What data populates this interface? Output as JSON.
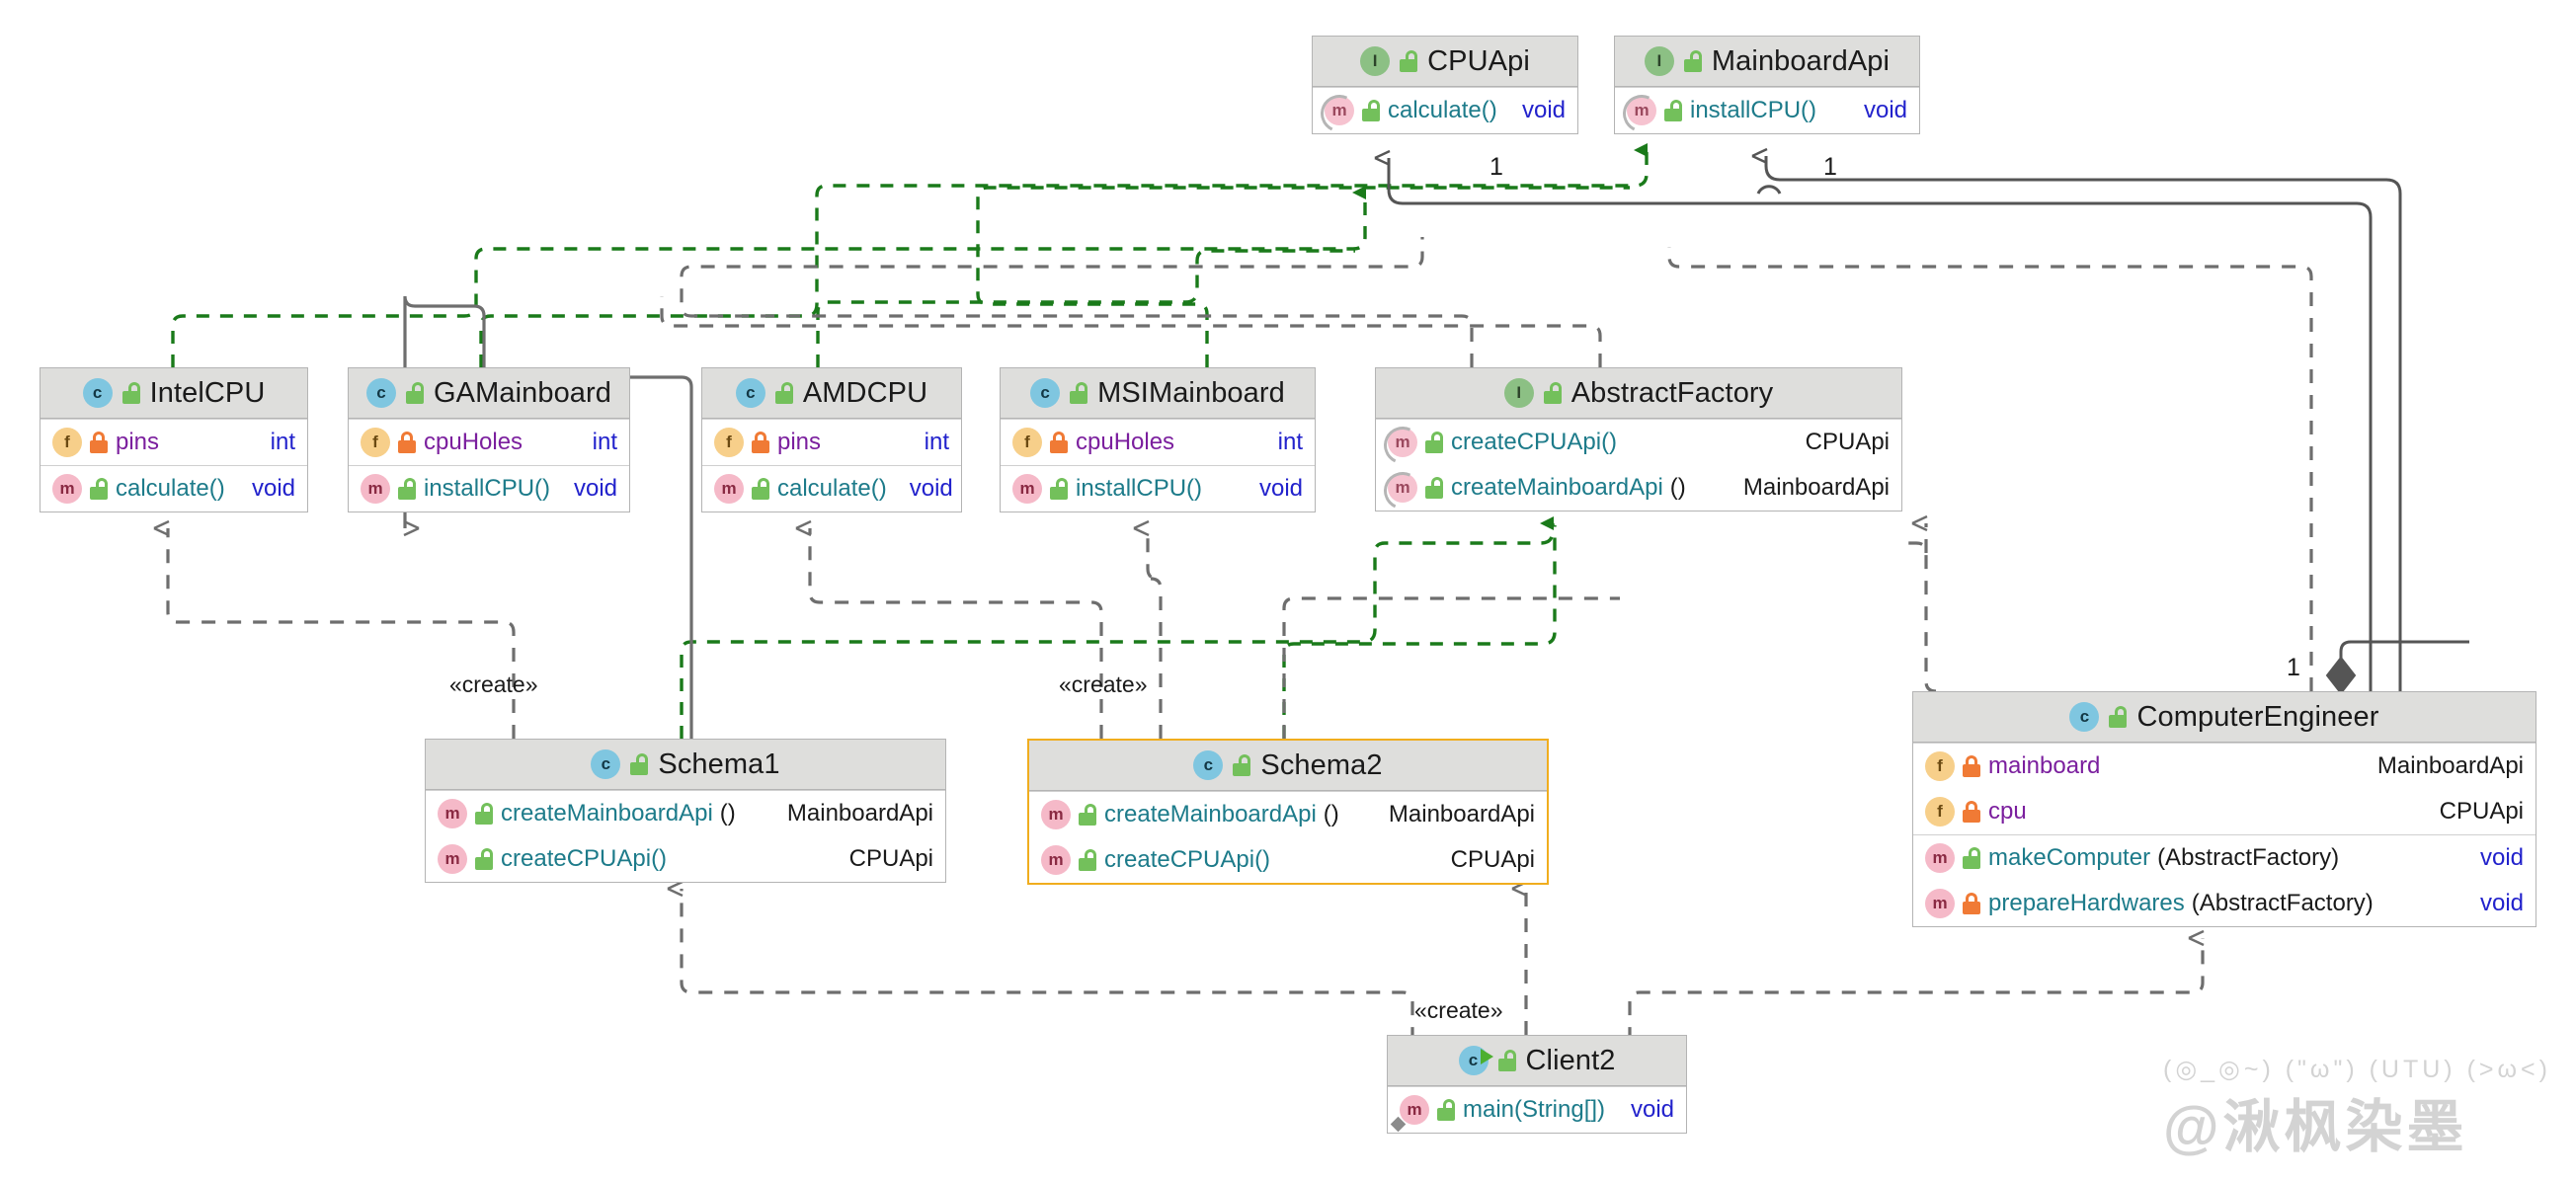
{
  "diagram": {
    "kind": "uml-class-diagram",
    "title": "Abstract Factory pattern class diagram",
    "colors": {
      "header_fill": "#dededc",
      "node_border": "#b4b4b4",
      "selection_border": "#f0ad1e",
      "realization_edge": "#1a7a1a",
      "dependency_edge": "#6e6e6e",
      "association_edge": "#555555",
      "interface_badge": "#8cc084",
      "class_badge": "#7fc6e0",
      "method_badge": "#f5b9c8",
      "field_badge": "#f7cf8a",
      "public_lock": "#73c05b",
      "private_lock": "#f07a35",
      "method_name": "#1d7b8a",
      "field_name": "#7b1f9e",
      "primitive_type": "#2222cc"
    },
    "nodes": [
      {
        "id": "cpuapi",
        "name": "CPUApi",
        "stereotype": "interface",
        "badge": "I",
        "visibility": "public",
        "selected": false,
        "members": [
          {
            "kind": "method",
            "badge": "m",
            "abstract": true,
            "visibility": "public",
            "name": "calculate()",
            "params": "",
            "type": "void",
            "type_kind": "primitive"
          }
        ]
      },
      {
        "id": "mainboardapi",
        "name": "MainboardApi",
        "stereotype": "interface",
        "badge": "I",
        "visibility": "public",
        "selected": false,
        "members": [
          {
            "kind": "method",
            "badge": "m",
            "abstract": true,
            "visibility": "public",
            "name": "installCPU()",
            "params": "",
            "type": "void",
            "type_kind": "primitive"
          }
        ]
      },
      {
        "id": "intelcpu",
        "name": "IntelCPU",
        "stereotype": "class",
        "badge": "c",
        "visibility": "public",
        "selected": false,
        "members": [
          {
            "kind": "field",
            "badge": "f",
            "abstract": false,
            "visibility": "private",
            "name": "pins",
            "params": "",
            "type": "int",
            "type_kind": "primitive"
          },
          {
            "kind": "method",
            "badge": "m",
            "abstract": false,
            "visibility": "public",
            "name": "calculate()",
            "params": "",
            "type": "void",
            "type_kind": "primitive"
          }
        ]
      },
      {
        "id": "gamainboard",
        "name": "GAMainboard",
        "stereotype": "class",
        "badge": "c",
        "visibility": "public",
        "selected": false,
        "members": [
          {
            "kind": "field",
            "badge": "f",
            "abstract": false,
            "visibility": "private",
            "name": "cpuHoles",
            "params": "",
            "type": "int",
            "type_kind": "primitive"
          },
          {
            "kind": "method",
            "badge": "m",
            "abstract": false,
            "visibility": "public",
            "name": "installCPU()",
            "params": "",
            "type": "void",
            "type_kind": "primitive"
          }
        ]
      },
      {
        "id": "amdcpu",
        "name": "AMDCPU",
        "stereotype": "class",
        "badge": "c",
        "visibility": "public",
        "selected": false,
        "members": [
          {
            "kind": "field",
            "badge": "f",
            "abstract": false,
            "visibility": "private",
            "name": "pins",
            "params": "",
            "type": "int",
            "type_kind": "primitive"
          },
          {
            "kind": "method",
            "badge": "m",
            "abstract": false,
            "visibility": "public",
            "name": "calculate()",
            "params": "",
            "type": "void",
            "type_kind": "primitive"
          }
        ]
      },
      {
        "id": "msimainboard",
        "name": "MSIMainboard",
        "stereotype": "class",
        "badge": "c",
        "visibility": "public",
        "selected": false,
        "members": [
          {
            "kind": "field",
            "badge": "f",
            "abstract": false,
            "visibility": "private",
            "name": "cpuHoles",
            "params": "",
            "type": "int",
            "type_kind": "primitive"
          },
          {
            "kind": "method",
            "badge": "m",
            "abstract": false,
            "visibility": "public",
            "name": "installCPU()",
            "params": "",
            "type": "void",
            "type_kind": "primitive"
          }
        ]
      },
      {
        "id": "abstractfactory",
        "name": "AbstractFactory",
        "stereotype": "interface",
        "badge": "I",
        "visibility": "public",
        "selected": false,
        "members": [
          {
            "kind": "method",
            "badge": "m",
            "abstract": true,
            "visibility": "public",
            "name": "createCPUApi()",
            "params": "",
            "type": "CPUApi",
            "type_kind": "class"
          },
          {
            "kind": "method",
            "badge": "m",
            "abstract": true,
            "visibility": "public",
            "name": "createMainboardApi",
            "params": "()",
            "type": "MainboardApi",
            "type_kind": "class"
          }
        ]
      },
      {
        "id": "schema1",
        "name": "Schema1",
        "stereotype": "class",
        "badge": "c",
        "visibility": "public",
        "selected": false,
        "members": [
          {
            "kind": "method",
            "badge": "m",
            "abstract": false,
            "visibility": "public",
            "name": "createMainboardApi",
            "params": "()",
            "type": "MainboardApi",
            "type_kind": "class"
          },
          {
            "kind": "method",
            "badge": "m",
            "abstract": false,
            "visibility": "public",
            "name": "createCPUApi()",
            "params": "",
            "type": "CPUApi",
            "type_kind": "class"
          }
        ]
      },
      {
        "id": "schema2",
        "name": "Schema2",
        "stereotype": "class",
        "badge": "c",
        "visibility": "public",
        "selected": true,
        "members": [
          {
            "kind": "method",
            "badge": "m",
            "abstract": false,
            "visibility": "public",
            "name": "createMainboardApi",
            "params": "()",
            "type": "MainboardApi",
            "type_kind": "class"
          },
          {
            "kind": "method",
            "badge": "m",
            "abstract": false,
            "visibility": "public",
            "name": "createCPUApi()",
            "params": "",
            "type": "CPUApi",
            "type_kind": "class"
          }
        ]
      },
      {
        "id": "computerengineer",
        "name": "ComputerEngineer",
        "stereotype": "class",
        "badge": "c",
        "visibility": "public",
        "selected": false,
        "members": [
          {
            "kind": "field",
            "badge": "f",
            "abstract": false,
            "visibility": "private",
            "name": "mainboard",
            "params": "",
            "type": "MainboardApi",
            "type_kind": "class"
          },
          {
            "kind": "field",
            "badge": "f",
            "abstract": false,
            "visibility": "private",
            "name": "cpu",
            "params": "",
            "type": "CPUApi",
            "type_kind": "class"
          },
          {
            "kind": "method",
            "badge": "m",
            "abstract": false,
            "visibility": "public",
            "name": "makeComputer",
            "params": "(AbstractFactory)",
            "type": "void",
            "type_kind": "primitive"
          },
          {
            "kind": "method",
            "badge": "m",
            "abstract": false,
            "visibility": "private",
            "name": "prepareHardwares",
            "params": "(AbstractFactory)",
            "type": "void",
            "type_kind": "primitive"
          }
        ]
      },
      {
        "id": "client2",
        "name": "Client2",
        "stereotype": "class",
        "badge": "c",
        "visibility": "public",
        "runnable": true,
        "selected": false,
        "members": [
          {
            "kind": "method",
            "badge": "m",
            "abstract": false,
            "static": true,
            "visibility": "public",
            "name": "main(String[])",
            "params": "",
            "type": "void",
            "type_kind": "primitive"
          }
        ]
      }
    ],
    "edge_labels": [
      {
        "id": "create-schema1",
        "text": "«create»"
      },
      {
        "id": "create-schema2",
        "text": "«create»"
      },
      {
        "id": "create-client2",
        "text": "«create»"
      }
    ],
    "multiplicities": [
      {
        "id": "mult-cpuapi",
        "text": "1"
      },
      {
        "id": "mult-mainboardapi",
        "text": "1"
      },
      {
        "id": "mult-computerengineer",
        "text": "1"
      }
    ],
    "relations": [
      {
        "from": "IntelCPU",
        "to": "CPUApi",
        "type": "realization"
      },
      {
        "from": "AMDCPU",
        "to": "CPUApi",
        "type": "realization"
      },
      {
        "from": "GAMainboard",
        "to": "MainboardApi",
        "type": "realization"
      },
      {
        "from": "MSIMainboard",
        "to": "MainboardApi",
        "type": "realization"
      },
      {
        "from": "Schema1",
        "to": "AbstractFactory",
        "type": "realization"
      },
      {
        "from": "Schema2",
        "to": "AbstractFactory",
        "type": "realization"
      },
      {
        "from": "Schema1",
        "to": "IntelCPU",
        "type": "dependency",
        "label": "«create»"
      },
      {
        "from": "Schema1",
        "to": "GAMainboard",
        "type": "dependency",
        "label": "«create»"
      },
      {
        "from": "Schema2",
        "to": "AMDCPU",
        "type": "dependency",
        "label": "«create»"
      },
      {
        "from": "Schema2",
        "to": "MSIMainboard",
        "type": "dependency",
        "label": "«create»"
      },
      {
        "from": "Client2",
        "to": "Schema1",
        "type": "dependency",
        "label": "«create»"
      },
      {
        "from": "Client2",
        "to": "Schema2",
        "type": "dependency",
        "label": "«create»"
      },
      {
        "from": "Client2",
        "to": "ComputerEngineer",
        "type": "dependency",
        "label": "«create»"
      },
      {
        "from": "ComputerEngineer",
        "to": "CPUApi",
        "type": "association",
        "multiplicity": "1"
      },
      {
        "from": "ComputerEngineer",
        "to": "MainboardApi",
        "type": "association",
        "multiplicity": "1"
      },
      {
        "from": "ComputerEngineer",
        "to": "AbstractFactory",
        "type": "dependency"
      }
    ]
  },
  "watermark": {
    "kaomoji": "(◎_◎~) (\"ω\") (UTU) (>ω<)",
    "handle": "@湫枫染墨"
  }
}
